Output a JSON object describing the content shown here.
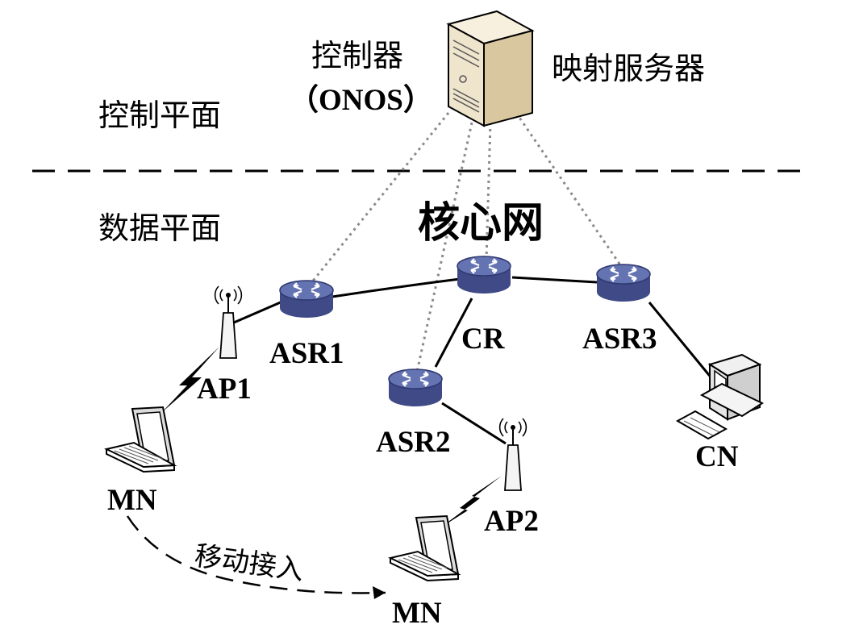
{
  "planes": {
    "control": "控制平面",
    "data": "数据平面"
  },
  "controller": {
    "name": "控制器",
    "software": "（ONOS）"
  },
  "mapping_server": "映射服务器",
  "core_network": "核心网",
  "nodes": {
    "asr1": "ASR1",
    "asr2": "ASR2",
    "asr3": "ASR3",
    "cr": "CR",
    "ap1": "AP1",
    "ap2": "AP2",
    "cn": "CN",
    "mn_before": "MN",
    "mn_after": "MN"
  },
  "mobility": "移动接入",
  "colors": {
    "router_body": "#3f4a86",
    "router_top": "#5968a8",
    "server_body": "#efe4cc",
    "link_dotted": "#8a8a8a",
    "line": "#000000"
  },
  "icons": {
    "server": "server-icon",
    "router": "router-icon",
    "access_point": "antenna-icon",
    "laptop": "laptop-icon",
    "desktop": "desktop-icon",
    "wireless": "lightning-icon"
  }
}
